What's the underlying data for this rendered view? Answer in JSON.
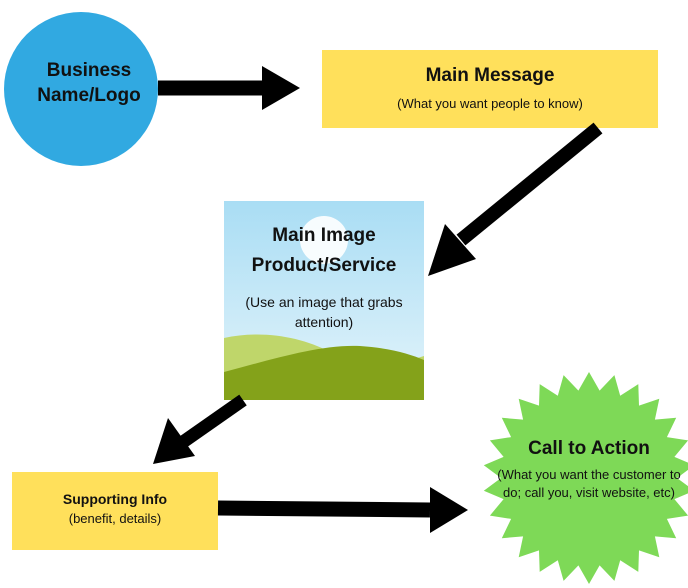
{
  "logo": {
    "title": "Business Name/Logo",
    "color": "#31A9E1"
  },
  "main_message": {
    "title": "Main Message",
    "subtitle": "(What you want people to know)",
    "color": "#FFE05B"
  },
  "main_image": {
    "title_line1": "Main Image",
    "title_line2": "Product/Service",
    "subtitle": "(Use an image that grabs attention)",
    "sky_color": "#BFE5F5",
    "hill_light_color": "#BFD66A",
    "hill_dark_color": "#84A21A"
  },
  "supporting_info": {
    "title": "Supporting Info",
    "subtitle": "(benefit, details)",
    "color": "#FFE05B"
  },
  "call_to_action": {
    "title": "Call to Action",
    "subtitle": "(What you want the customer to do; call you, visit website, etc)",
    "color": "#7ED957"
  },
  "arrow_color": "#000000"
}
